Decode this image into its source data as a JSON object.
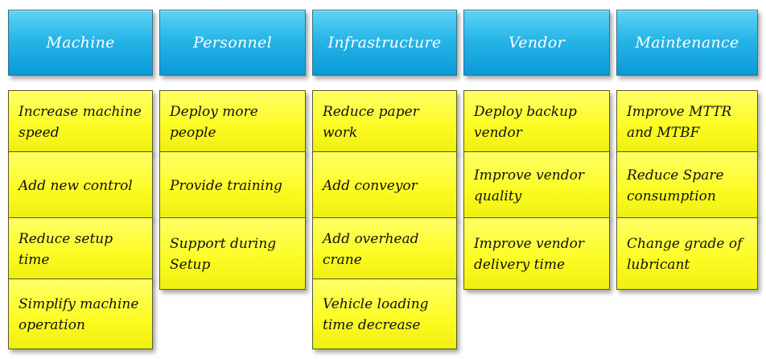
{
  "columns": [
    {
      "header": "Machine",
      "items": [
        "Increase machine speed",
        "Add new control",
        "Reduce setup time",
        "Simplify machine operation"
      ]
    },
    {
      "header": "Personnel",
      "items": [
        "Deploy more people",
        "Provide training",
        "Support during Setup"
      ]
    },
    {
      "header": "Infrastructure",
      "items": [
        "Reduce paper work",
        "Add conveyor",
        "Add overhead crane",
        "Vehicle loading time decrease"
      ]
    },
    {
      "header": "Vendor",
      "items": [
        "Deploy backup vendor",
        "Improve vendor quality",
        "Improve vendor delivery time"
      ]
    },
    {
      "header": "Maintenance",
      "items": [
        "Improve MTTR and MTBF",
        "Reduce Spare consumption",
        "Change grade of lubricant"
      ]
    }
  ],
  "colors": {
    "header_fill": "#27b5e8",
    "header_text": "#ffffff",
    "note_fill": "#fbfb22",
    "note_text": "#111111"
  }
}
